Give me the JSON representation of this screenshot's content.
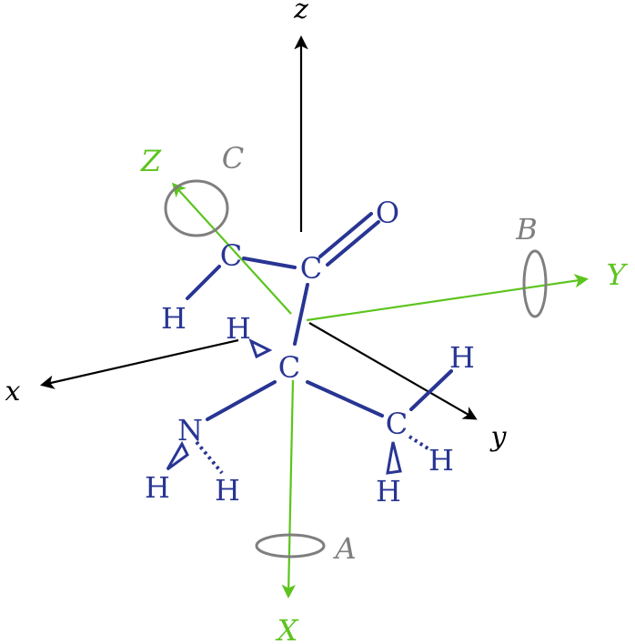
{
  "colors": {
    "lab_axis": "#000000",
    "body_axis": "#5cc41d",
    "rotation": "#7f7f7f",
    "molecule": "#283593"
  },
  "lab_axes": {
    "x": "x",
    "y": "y",
    "z": "z"
  },
  "body_axes": {
    "X": "X",
    "Y": "Y",
    "Z": "Z"
  },
  "rotations": {
    "A": "A",
    "B": "B",
    "C": "C"
  },
  "atoms": {
    "carbonyl_c": "C",
    "oxygen": "O",
    "alpha_c": "C",
    "methyl_c": "C",
    "aldehyde_c": "C",
    "nitrogen": "N",
    "h_alpha": "H",
    "h_aldehyde": "H",
    "h_n1": "H",
    "h_n2": "H",
    "h_me1": "H",
    "h_me2": "H",
    "h_me3": "H"
  }
}
